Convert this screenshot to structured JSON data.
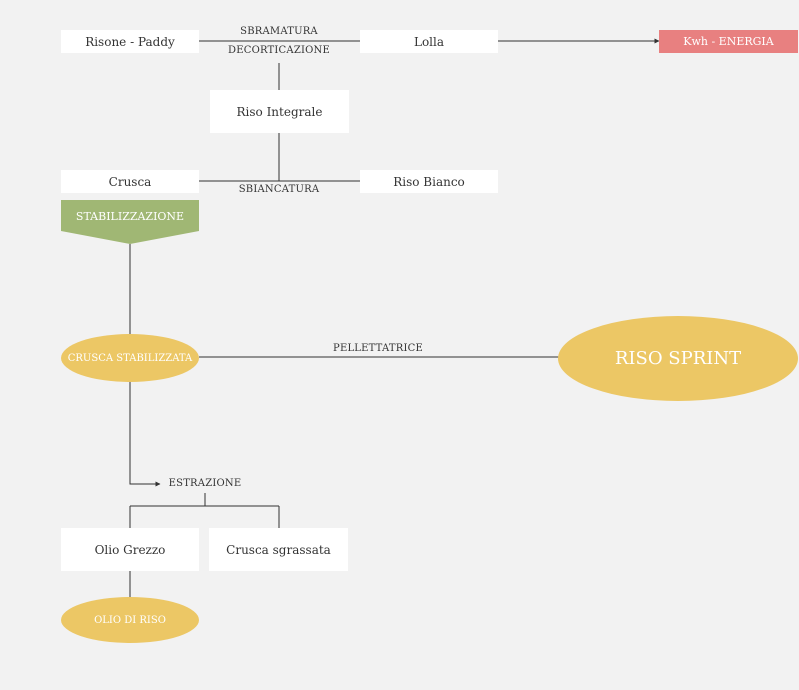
{
  "nodes": {
    "risone": "Risone - Paddy",
    "lolla": "Lolla",
    "energia": "Kwh - ENERGIA",
    "riso_integrale": "Riso Integrale",
    "crusca": "Crusca",
    "riso_bianco": "Riso Bianco",
    "stabilizzazione": "STABILIZZAZIONE",
    "crusca_stabilizzata": "CRUSCA STABILIZZATA",
    "riso_sprint": "RISO SPRINT",
    "olio_grezzo": "Olio Grezzo",
    "crusca_sgrassata": "Crusca sgrassata",
    "olio_di_riso": "OLIO DI RISO"
  },
  "edges": {
    "sbramatura": "SBRAMATURA",
    "decorticazione": "DECORTICAZIONE",
    "sbiancatura": "SBIANCATURA",
    "pellettatrice": "PELLETTATRICE",
    "estrazione": "ESTRAZIONE"
  },
  "colors": {
    "box_fill": "#ffffff",
    "energy_fill": "#e88080",
    "stabilizzazione_fill": "#a0b774",
    "ellipse_fill": "#ecc765",
    "connector": "#333333",
    "background": "#f2f2f2"
  }
}
